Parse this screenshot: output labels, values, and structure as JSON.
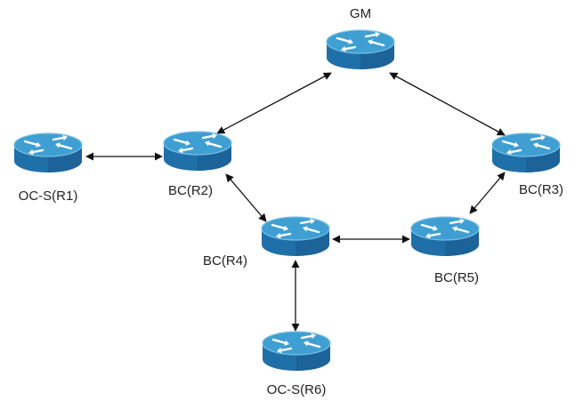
{
  "colors": {
    "router_top": "#3f9fd2",
    "router_side": "#1f6fa8",
    "router_side_dark": "#175a8c",
    "router_rim": "#79c0e6",
    "arrow": "#111111",
    "label": "#222222"
  },
  "nodes": [
    {
      "id": "gm",
      "label": "GM",
      "icon": "router-icon"
    },
    {
      "id": "r1",
      "label": "OC-S(R1)",
      "icon": "router-icon"
    },
    {
      "id": "r2",
      "label": "BC(R2)",
      "icon": "router-icon"
    },
    {
      "id": "r3",
      "label": "BC(R3)",
      "icon": "router-icon"
    },
    {
      "id": "r4",
      "label": "BC(R4)",
      "icon": "router-icon"
    },
    {
      "id": "r5",
      "label": "BC(R5)",
      "icon": "router-icon"
    },
    {
      "id": "r6",
      "label": "OC-S(R6)",
      "icon": "router-icon"
    }
  ],
  "links": [
    {
      "from": "r1",
      "to": "r2",
      "arrows": "both"
    },
    {
      "from": "r2",
      "to": "gm",
      "arrows": "both"
    },
    {
      "from": "gm",
      "to": "r3",
      "arrows": "both"
    },
    {
      "from": "r2",
      "to": "r4",
      "arrows": "both"
    },
    {
      "from": "r3",
      "to": "r5",
      "arrows": "both"
    },
    {
      "from": "r4",
      "to": "r5",
      "arrows": "both"
    },
    {
      "from": "r4",
      "to": "r6",
      "arrows": "both"
    }
  ]
}
